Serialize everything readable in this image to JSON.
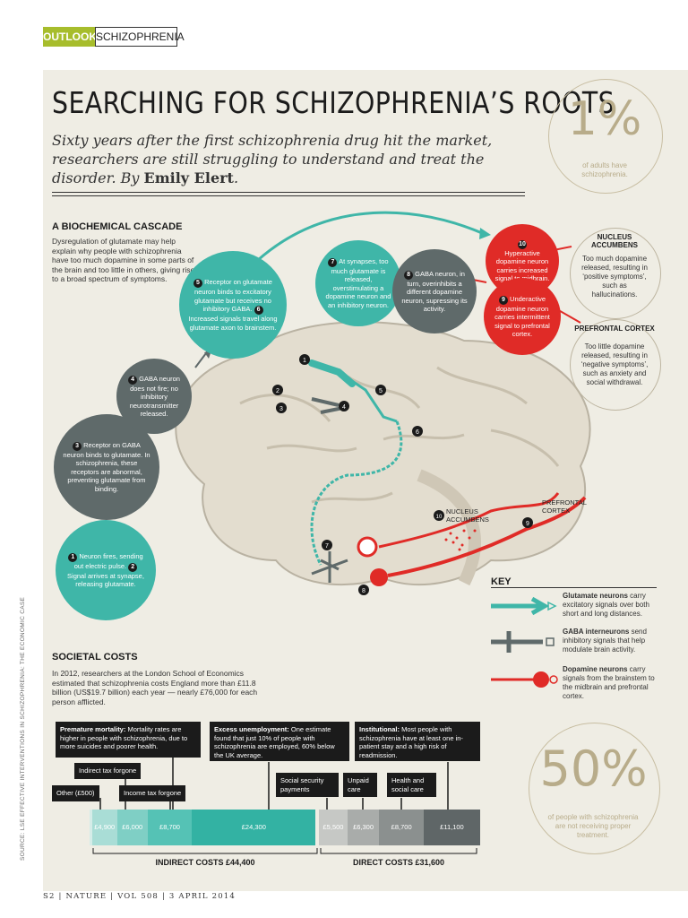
{
  "header": {
    "outlook": "OUTLOOK",
    "section": "SCHIZOPHRENIA"
  },
  "title": "SEARCHING FOR SCHIZOPHRENIA’S ROOTS",
  "subtitle": {
    "text": "Sixty years after the first schizophrenia drug hit the market, researchers are still struggling to understand and treat the disorder. By ",
    "author": "Emily Elert",
    "end": "."
  },
  "stat_top": {
    "value": "1%",
    "label": "of adults have schizophrenia."
  },
  "stat_bottom": {
    "value": "50%",
    "label": "of people with schizophrenia are not receiving proper treatment."
  },
  "cascade": {
    "heading": "A BIOCHEMICAL CASCADE",
    "intro": "Dysregulation of glutamate may help explain why people with schizophrenia have too much dopamine in some parts of the brain and too little in others, giving rise to a broad spectrum of symptoms.",
    "steps": [
      {
        "n": "1",
        "text": "Neuron fires, sending out electric pulse."
      },
      {
        "n": "2",
        "text": "Signal arrives at synapse, releasing glutamate."
      },
      {
        "n": "3",
        "text": "Receptor on GABA neuron binds to glutamate. In schizophrenia, these receptors are abnormal, preventing glutamate from binding."
      },
      {
        "n": "4",
        "text": "GABA neuron does not fire; no inhibitory neurotransmitter released."
      },
      {
        "n": "5",
        "text": "Receptor on glutamate neuron binds to excitatory glutamate but receives no inhibitory GABA."
      },
      {
        "n": "6",
        "text": "Increased signals travel along glutamate axon to brainstem."
      },
      {
        "n": "7",
        "text": "At synapses, too much glutamate is released, overstimulating a dopamine neuron and an inhibitory neuron."
      },
      {
        "n": "8",
        "text": "GABA neuron, in turn, overinhibits a different dopamine neuron, supressing its activity."
      },
      {
        "n": "9",
        "text": "Underactive dopamine neuron carries intermittent signal to prefrontal cortex."
      },
      {
        "n": "10",
        "text": "Hyperactive dopamine neuron carries increased signal to midbrain."
      }
    ],
    "nucleus": {
      "title": "NUCLEUS ACCUMBENS",
      "text": "Too much dopamine released, resulting in ‘positive symptoms’, such as hallucinations."
    },
    "prefrontal": {
      "title": "PREFRONTAL CORTEX",
      "text": "Too little dopamine released, resulting in ‘negative symptoms’, such as anxiety and social withdrawal."
    },
    "brain_labels": {
      "nucleus": "NUCLEUS ACCUMBENS",
      "prefrontal": "PREFRONTAL CORTEX"
    }
  },
  "key": {
    "heading": "KEY",
    "items": [
      {
        "bold": "Glutamate neurons",
        "text": " carry excitatory signals over both short and long distances.",
        "color": "#3fb6a8"
      },
      {
        "bold": "GABA interneurons",
        "text": " send inhibitory signals that help modulate brain activity.",
        "color": "#5f6a6a"
      },
      {
        "bold": "Dopamine neurons",
        "text": " carry signals from the brainstem to the midbrain and prefrontal cortex.",
        "color": "#e02b27"
      }
    ]
  },
  "societal": {
    "heading": "SOCIETAL COSTS",
    "text": "In 2012, researchers at the London School of Economics estimated that schizophrenia costs England more than £11.8 billion (US$19.7 billion) each year — nearly £76,000 for each person afflicted."
  },
  "costs": {
    "labels": {
      "premature": {
        "bold": "Premature mortality:",
        "text": " Mortality rates are higher in people with schizophrenia, due to more suicides and poorer health."
      },
      "indirect_tax": "Indirect tax forgone",
      "other": "Other (£500)",
      "income_tax": "Income tax forgone",
      "unemployment": {
        "bold": "Excess unemployment:",
        "text": " One estimate found that just 10% of people with schizophrenia are employed, 60% below the UK average."
      },
      "social_security": "Social security payments",
      "unpaid": "Unpaid care",
      "health": "Health and social care",
      "institutional": {
        "bold": "Institutional:",
        "text": " Most people with schizophrenia have at least one in-patient stay and a high risk of readmission."
      }
    },
    "segments": [
      {
        "label": "",
        "value": 500,
        "color": "#d5ece8"
      },
      {
        "label": "£4,900",
        "value": 4900,
        "color": "#a9ddd6"
      },
      {
        "label": "£6,000",
        "value": 6000,
        "color": "#7fcfc5"
      },
      {
        "label": "£8,700",
        "value": 8700,
        "color": "#55c2b5"
      },
      {
        "label": "£24,300",
        "value": 24300,
        "color": "#33b2a3"
      },
      {
        "label": "£5,500",
        "value": 5500,
        "color": "#c6c8c5"
      },
      {
        "label": "£6,300",
        "value": 6300,
        "color": "#a9acaa"
      },
      {
        "label": "£8,700",
        "value": 8700,
        "color": "#8b908f"
      },
      {
        "label": "£11,100",
        "value": 11100,
        "color": "#5f6667"
      }
    ],
    "indirect_total": "INDIRECT COSTS £44,400",
    "direct_total": "DIRECT COSTS £31,600"
  },
  "footer": "S2 | NATURE | VOL 508 | 3 APRIL 2014",
  "source": "SOURCE: LSE EFFECTIVE INTERVENTIONS IN SCHIZOPHRENIA: THE ECONOMIC CASE"
}
